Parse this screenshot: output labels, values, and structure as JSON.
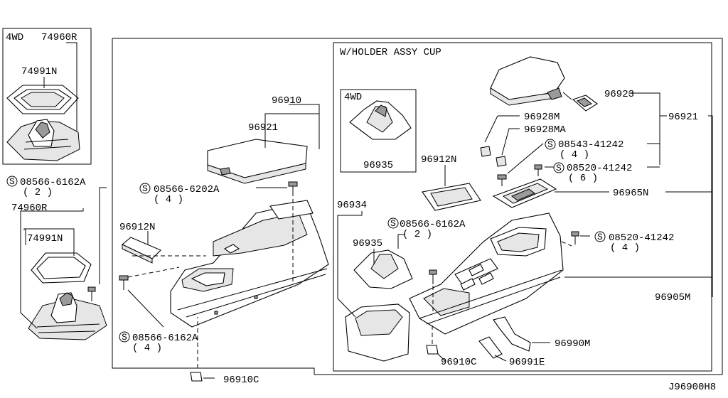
{
  "labels": {
    "box_4wd_tl": "4WD",
    "p74960R_tl": "74960R",
    "p74991N_tl": "74991N",
    "s08566_6162A_left": "08566-6162A",
    "q2_left": "( 2 )",
    "p74960R_bl": "74960R",
    "p74991N_bl": "74991N",
    "p96910": "96910",
    "p96921_center": "96921",
    "s08566_6202A": "08566-6202A",
    "q4_6202A": "( 4 )",
    "p96912N_left": "96912N",
    "s08566_6162A_bottom": "08566-6162A",
    "q4_bottom": "( 4 )",
    "p96910C_left": "96910C",
    "holder_title": "W/HOLDER ASSY CUP",
    "box_4wd_inner": "4WD",
    "p96935_inner": "96935",
    "p96923": "96923",
    "p96928M": "96928M",
    "p96928MA": "96928MA",
    "p96921_right": "96921",
    "s08543_41242": "08543-41242",
    "q4_08543": "( 4 )",
    "s08520_41242_top": "08520-41242",
    "q6_08520": "( 6 )",
    "p96912N_right": "96912N",
    "p96965N": "96965N",
    "p96934": "96934",
    "s08566_6162A_mid": "08566-6162A",
    "q2_mid": "( 2 )",
    "p96935_mid": "96935",
    "s08520_41242_mid": "08520-41242",
    "q4_08520": "( 4 )",
    "p96905M": "96905M",
    "p96990M": "96990M",
    "p96910C_right": "96910C",
    "p96991E": "96991E",
    "diagram_code": "J96900H8"
  },
  "symbols": {
    "screw_marker": "S"
  },
  "icons": {
    "screw_symbol": "circled-s-icon"
  }
}
